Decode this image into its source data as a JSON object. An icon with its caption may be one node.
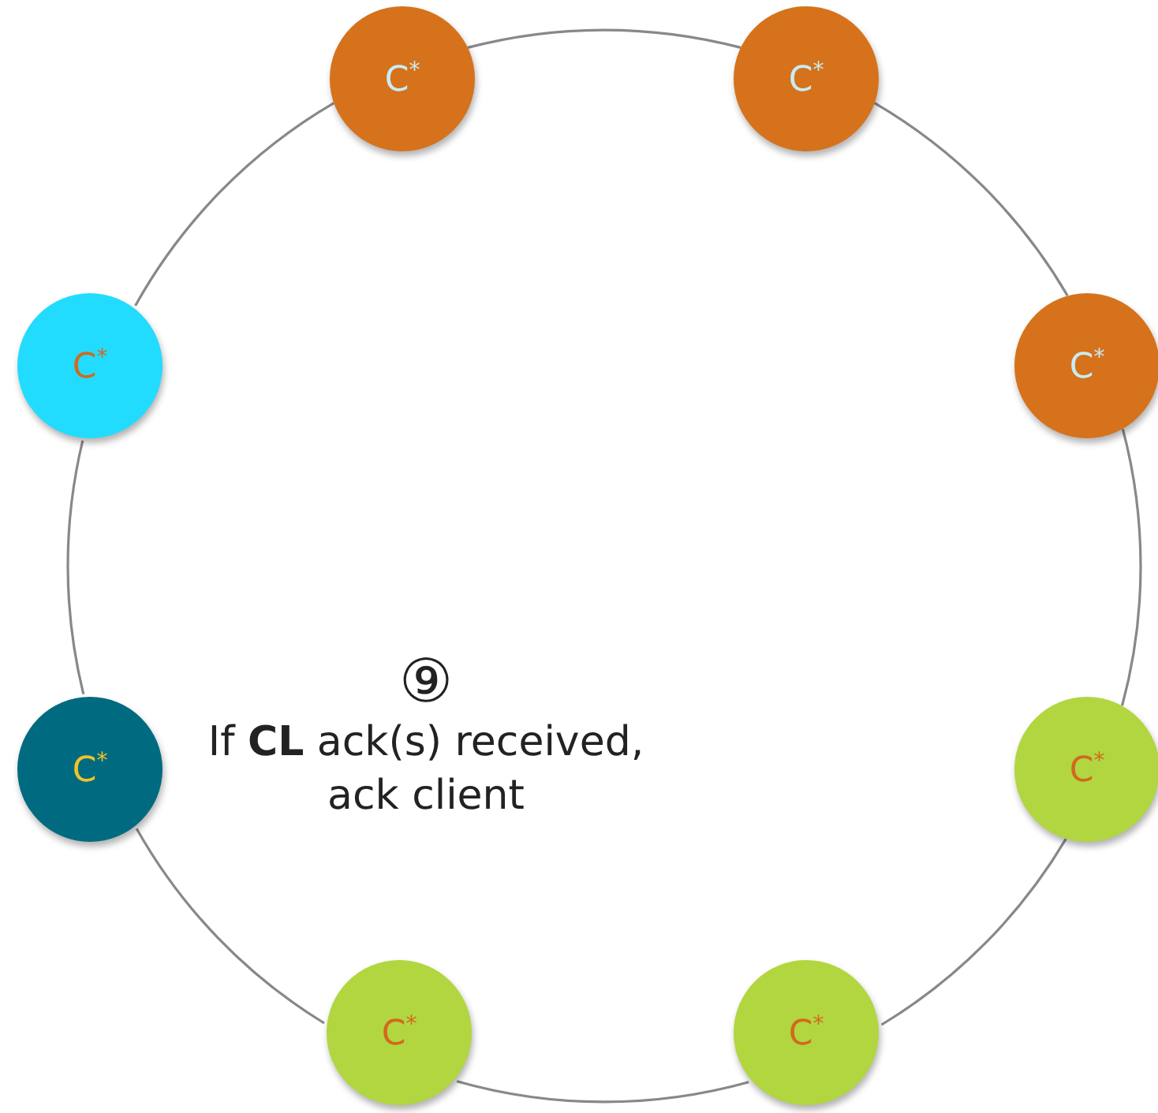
{
  "diagram": {
    "nodes": [
      {
        "text": [
          "C$^{*}$"
        ]
      },
      {
        "text": [
          "C$^{*}$"
        ]
      },
      {
        "text": [
          "C$^{*}$"
        ]
      },
      {
        "text": [
          "C$^{*}$"
        ]
      },
      {
        "text": [
          "C$^{*}$"
        ]
      },
      {
        "text": [
          "C$^{*}$"
        ]
      },
      {
        "text": [
          "C$^{*}$"
        ]
      },
      {
        "text": [
          "C$^{*}$"
        ]
      }
    ],
    "edges": [
      {
        "from": 0,
        "to": 1,
        "arrow": "none"
      },
      {
        "from": 1,
        "to": 3,
        "arrow": "none"
      },
      {
        "from": 3,
        "to": 5,
        "arrow": "none"
      },
      {
        "from": 5,
        "to": 7,
        "arrow": "none"
      },
      {
        "from": 7,
        "to": 6,
        "arrow": "none"
      },
      {
        "from": 6,
        "to": 4,
        "arrow": "none"
      },
      {
        "from": 4,
        "to": 2,
        "arrow": "none"
      },
      {
        "from": 2,
        "to": 0,
        "arrow": "none"
      }
    ],
    "labels": [
      "⑨",
      "If **CL** ack(s) received, ack client"
    ]
  }
}
